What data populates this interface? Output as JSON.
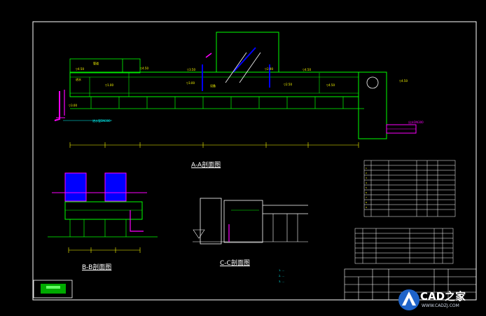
{
  "drawing": {
    "section_aa_title": "A-A剖面图",
    "section_bb_title": "B-B剖面图",
    "section_cc_title": "C-C剖面图"
  },
  "colors": {
    "frame": "#ffffff",
    "structure": "#00ff00",
    "pipe": "#ff00ff",
    "equipment": "#0000ff",
    "dimension": "#ffff00",
    "text": "#ffffff",
    "table_text": "#ffff00",
    "accent_cyan": "#00ffff",
    "accent_red": "#ff0000"
  },
  "watermark": {
    "brand": "CAD之家",
    "url": "WWW.CADZJ.COM"
  },
  "icons": {
    "logo": "cadzj-logo-icon",
    "north": "north-arrow-icon"
  }
}
